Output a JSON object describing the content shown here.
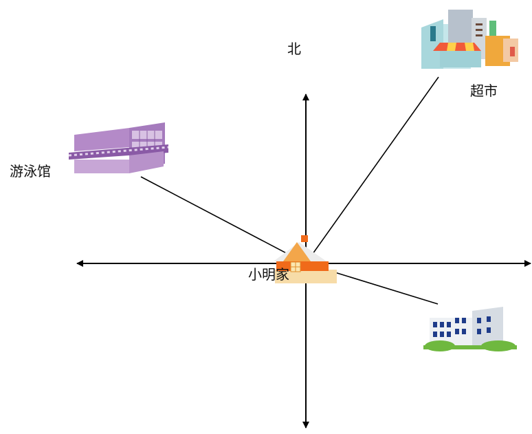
{
  "diagram": {
    "labels": {
      "north": "北",
      "supermarket": "超市",
      "swimming_pool": "游泳馆",
      "home": "小明家"
    },
    "icons": {
      "home": "house-icon",
      "supermarket": "supermarket-building-icon",
      "swimming_pool": "swimming-pool-building-icon",
      "school": "school-building-icon"
    },
    "colors": {
      "axis": "#000000",
      "pool": "#a57bbd",
      "house_roof": "#f06a1a",
      "school_trees": "#6fb83f"
    }
  }
}
